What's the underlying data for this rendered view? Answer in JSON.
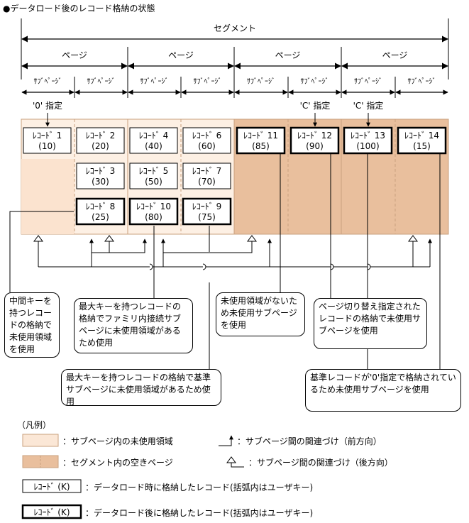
{
  "title": "●データロード後のレコード格納の状態",
  "labels": {
    "segment": "セグメント",
    "page": "ページ",
    "subpage": "ｻﾌﾞﾍﾟｰｼﾞ",
    "spec0": "'0' 指定",
    "specC": "'C' 指定"
  },
  "records": [
    {
      "name": "ﾚｺｰﾄﾞ 1",
      "key": "(10)"
    },
    {
      "name": "ﾚｺｰﾄﾞ 2",
      "key": "(20)"
    },
    {
      "name": "ﾚｺｰﾄﾞ 3",
      "key": "(30)"
    },
    {
      "name": "ﾚｺｰﾄﾞ 4",
      "key": "(40)"
    },
    {
      "name": "ﾚｺｰﾄﾞ 5",
      "key": "(50)"
    },
    {
      "name": "ﾚｺｰﾄﾞ 6",
      "key": "(60)"
    },
    {
      "name": "ﾚｺｰﾄﾞ 7",
      "key": "(70)"
    },
    {
      "name": "ﾚｺｰﾄﾞ 8",
      "key": "(25)"
    },
    {
      "name": "ﾚｺｰﾄﾞ 10",
      "key": "(80)"
    },
    {
      "name": "ﾚｺｰﾄﾞ 9",
      "key": "(75)"
    },
    {
      "name": "ﾚｺｰﾄﾞ 11",
      "key": "(85)"
    },
    {
      "name": "ﾚｺｰﾄﾞ 12",
      "key": "(90)"
    },
    {
      "name": "ﾚｺｰﾄﾞ 13",
      "key": "(100)"
    },
    {
      "name": "ﾚｺｰﾄﾞ 14",
      "key": "(15)"
    }
  ],
  "callouts": {
    "c1": "中間キーを持つレコードの格納で未使用領域を使用",
    "c2": "最大キーを持つレコードの格納でファミリ内接続サブページに未使用領域があるため使用",
    "c3": "未使用領域がないため未使用サブページを使用",
    "c4": "ページ切り替え指定されたレコードの格納で未使用サブページを使用",
    "c5": "最大キーを持つレコードの格納で基準サブページに未使用領域があるため使用",
    "c6": "基準レコードが'0'指定で格納されているため未使用サブページを使用"
  },
  "legend": {
    "heading": "（凡例）",
    "unused_area": "：サブページ内の未使用領域",
    "empty_page": "：セグメント内の空きページ",
    "forward": "：サブページ間の関連づけ（前方向）",
    "backward": "：サブページ間の関連づけ（後方向）",
    "sample_record": "ﾚｺｰﾄﾞ (K)",
    "before_load": "：データロード時に格納したレコード(括弧内はユーザキー)",
    "after_load": "：データロード後に格納したレコード(括弧内はユーザキー)"
  },
  "colors": {
    "unused_fill": "#fbe7d6",
    "empty_fill": "#e9bf9d",
    "line": "#000000",
    "dashed": "#c9a07e"
  }
}
